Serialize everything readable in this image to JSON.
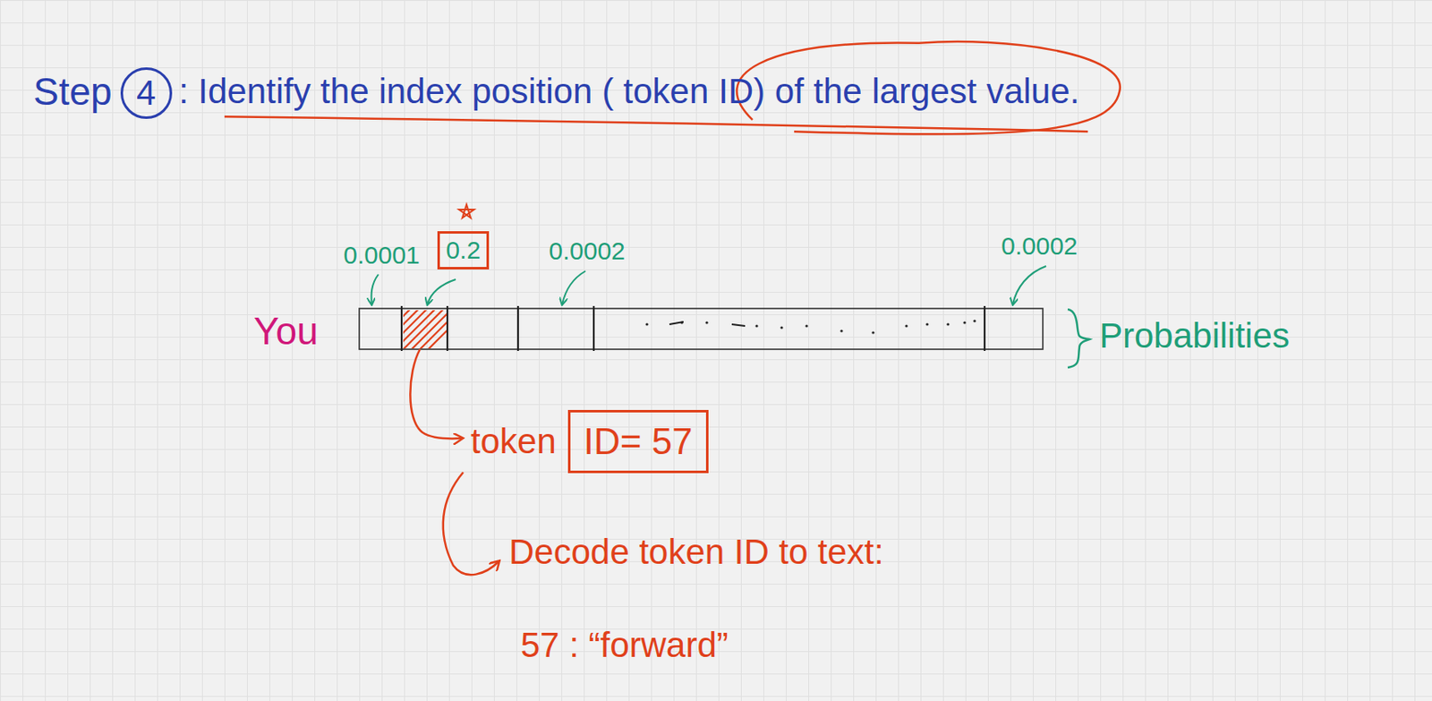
{
  "diagram": {
    "nodes": [
      {
        "text": [
          "4"
        ]
      },
      {
        "text": [
          "0.2"
        ]
      },
      {
        "text": [
          "token",
          "ID= 57"
        ]
      }
    ],
    "labels": [
      "Step",
      ": Identify the index position ( token ID) of the largest value.",
      "0.0001",
      "0.0002",
      "0.0002",
      "You",
      "Probabilities",
      "Decode token ID to text:",
      "57 : “forward”"
    ]
  }
}
